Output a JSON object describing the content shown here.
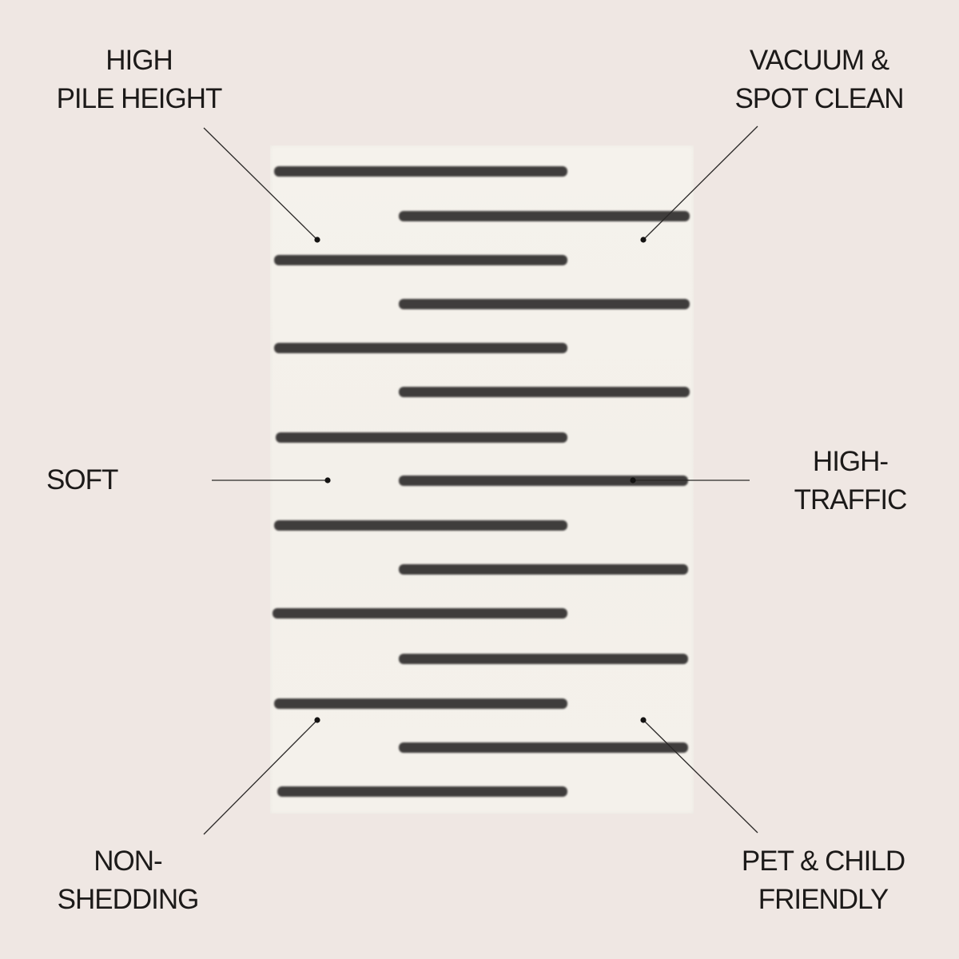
{
  "colors": {
    "background": "#efe7e3",
    "rug": "#f4f1eb",
    "stripe": "#3f3d3c",
    "text": "#1c1a19",
    "leader_line": "#2a2827"
  },
  "features": {
    "top_left": {
      "line1": "HIGH",
      "line2": "PILE HEIGHT"
    },
    "top_right": {
      "line1": "VACUUM &",
      "line2": "SPOT CLEAN"
    },
    "middle_left": {
      "line1": "SOFT"
    },
    "middle_right": {
      "line1": "HIGH-",
      "line2": "TRAFFIC"
    },
    "bottom_left": {
      "line1": "NON-",
      "line2": "SHEDDING"
    },
    "bottom_right": {
      "line1": "PET & CHILD",
      "line2": "FRIENDLY"
    }
  },
  "rug": {
    "pattern": "alternating offset horizontal stripes",
    "stripe_count": 15
  }
}
